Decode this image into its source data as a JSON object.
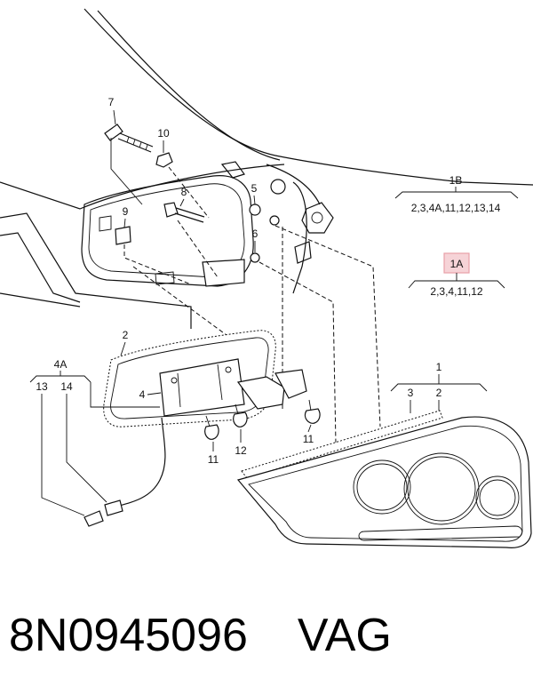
{
  "labels": {
    "l7": "7",
    "l10": "10",
    "l8": "8",
    "l9": "9",
    "l5": "5",
    "l6": "6",
    "l1B": "1B",
    "l1B_items": "2,3,4A,11,12,13,14",
    "l1A": "1A",
    "l1A_items": "2,3,4,11,12",
    "l2_upper": "2",
    "l4A": "4A",
    "l13": "13",
    "l14": "14",
    "l4": "4",
    "l11_left": "11",
    "l12": "12",
    "l11_right": "11",
    "l1": "1",
    "l3": "3",
    "l2_right": "2"
  },
  "highlight_color": "#e8a0a8",
  "caption": {
    "part_number": "8N0945096",
    "brand": "VAG"
  }
}
